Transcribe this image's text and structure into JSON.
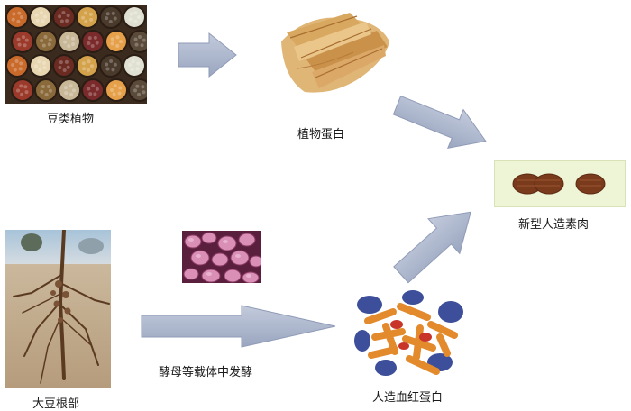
{
  "labels": {
    "legumes": "豆类植物",
    "plant_protein": "植物蛋白",
    "new_meat": "新型人造素肉",
    "soy_root": "大豆根部",
    "yeast_fermentation": "酵母等载体中发酵",
    "artificial_heme": "人造血红蛋白"
  },
  "colors": {
    "arrow_fill": "#a9b4cc",
    "arrow_stroke": "#8f9bb7",
    "patty_panel": "#eef5d6"
  },
  "icons": {
    "legumes_image": "beans-photo",
    "plant_protein_image": "tofu-skin-photo",
    "patty_image": "meat-patties-photo",
    "soy_root_image": "soybean-root-photo",
    "yeast_image": "yeast-micrograph",
    "heme_image": "protein-structure-model"
  }
}
